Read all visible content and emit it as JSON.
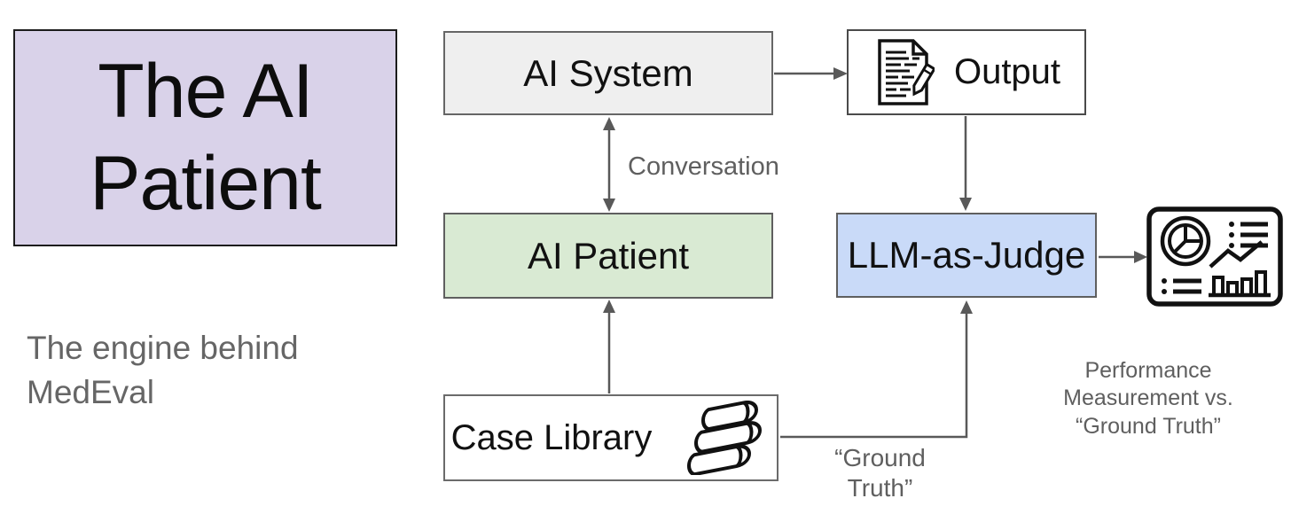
{
  "page": {
    "background_color": "#ffffff"
  },
  "title_card": {
    "title": "The AI Patient",
    "bg_color": "#d9d2e9",
    "border_color": "#1c1c1c"
  },
  "subtitle": "The engine behind MedEval",
  "nodes": {
    "ai_system": {
      "label": "AI System",
      "bg_color": "#efefef"
    },
    "output": {
      "label": "Output",
      "bg_color": "#ffffff",
      "icon": "document-pencil-icon"
    },
    "ai_patient": {
      "label": "AI Patient",
      "bg_color": "#d9ead3"
    },
    "llm_as_judge": {
      "label": "LLM-as-Judge",
      "bg_color": "#c9daf8"
    },
    "case_library": {
      "label": "Case Library",
      "bg_color": "#ffffff",
      "icon": "books-stack-icon"
    },
    "dashboard": {
      "icon": "dashboard-report-icon"
    }
  },
  "edge_labels": {
    "conversation": "Conversation",
    "ground_truth_line1": "“Ground",
    "ground_truth_line2": "Truth”",
    "performance_line1": "Performance",
    "performance_line2": "Measurement vs.",
    "performance_line3": "“Ground Truth”"
  },
  "edges": [
    {
      "from": "AI System",
      "to": "Output"
    },
    {
      "from": "AI System",
      "to": "AI Patient",
      "bidirectional": true,
      "label": "Conversation"
    },
    {
      "from": "Output",
      "to": "LLM-as-Judge"
    },
    {
      "from": "Case Library",
      "to": "AI Patient"
    },
    {
      "from": "Case Library",
      "to": "LLM-as-Judge",
      "label": "“Ground Truth”"
    },
    {
      "from": "LLM-as-Judge",
      "to": "Performance Dashboard",
      "label": "Performance Measurement vs. “Ground Truth”"
    }
  ],
  "colors": {
    "arrow": "#595959",
    "label_text": "#5f5f5f",
    "subtitle_text": "#666666",
    "icon_stroke": "#111111"
  }
}
